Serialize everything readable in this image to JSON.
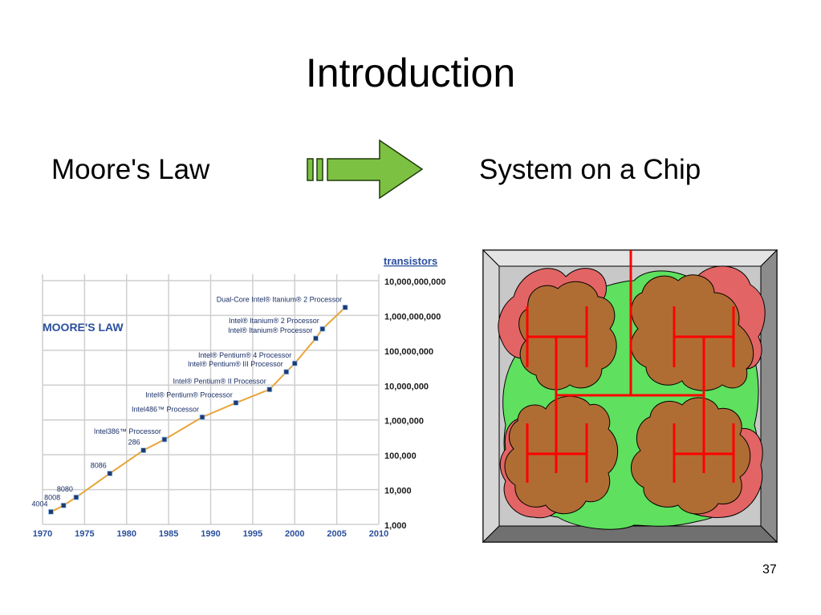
{
  "slide": {
    "title": "Introduction",
    "left_label": "Moore's Law",
    "right_label": "System on a Chip",
    "page_number": "37"
  },
  "colors": {
    "arrow_fill": "#7dc142",
    "line_color": "#e8a53a",
    "chart_title_color": "#2a4f9c",
    "soc_green": "#5fe05f",
    "soc_red": "#e36464",
    "soc_brown": "#b06d33",
    "wire_red": "#ff0000",
    "frame_gray": "#c8c8c8"
  },
  "chart_data": {
    "type": "line",
    "title": "MOORE'S LAW",
    "ylabel": "transistors",
    "yscale": "log",
    "xlim": [
      1970,
      2010
    ],
    "ylim": [
      1000,
      10000000000
    ],
    "grid": true,
    "x_ticks": [
      "1970",
      "1975",
      "1980",
      "1985",
      "1990",
      "1995",
      "2000",
      "2005",
      "2010"
    ],
    "y_ticks": [
      "10,000,000,000",
      "1,000,000,000",
      "100,000,000",
      "10,000,000",
      "1,000,000",
      "100,000",
      "10,000",
      "1,000"
    ],
    "points": [
      {
        "x": 1971,
        "y": 2300,
        "label": "4004"
      },
      {
        "x": 1972.5,
        "y": 3500,
        "label": "8008"
      },
      {
        "x": 1974,
        "y": 6000,
        "label": "8080"
      },
      {
        "x": 1978,
        "y": 29000,
        "label": "8086"
      },
      {
        "x": 1982,
        "y": 134000,
        "label": "286"
      },
      {
        "x": 1984.5,
        "y": 275000,
        "label": "Intel386™ Processor"
      },
      {
        "x": 1989,
        "y": 1200000,
        "label": "Intel486™ Processor"
      },
      {
        "x": 1993,
        "y": 3100000,
        "label": "Intel® Pentium® Processor"
      },
      {
        "x": 1997,
        "y": 7500000,
        "label": "Intel® Pentium® II Processor"
      },
      {
        "x": 1999,
        "y": 24000000,
        "label": "Intel® Pentium® III Processor"
      },
      {
        "x": 2000,
        "y": 42000000,
        "label": "Intel® Pentium® 4 Processor"
      },
      {
        "x": 2002.5,
        "y": 220000000,
        "label": "Intel® Itanium® Processor"
      },
      {
        "x": 2003.3,
        "y": 410000000,
        "label": "Intel® Itanium® 2 Processor"
      },
      {
        "x": 2006,
        "y": 1700000000,
        "label": "Dual-Core Intel® Itanium® 2 Processor"
      }
    ]
  }
}
